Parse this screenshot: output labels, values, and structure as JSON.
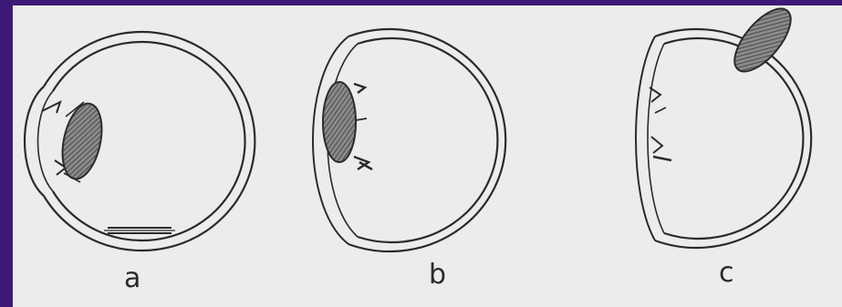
{
  "figure": {
    "labels": {
      "a": "a",
      "b": "b",
      "c": "c"
    },
    "colors": {
      "frame": "#3e1a78",
      "paper": "#ececea",
      "ink": "#2b2b2b",
      "lens_fill": "#6f6f6f"
    }
  }
}
